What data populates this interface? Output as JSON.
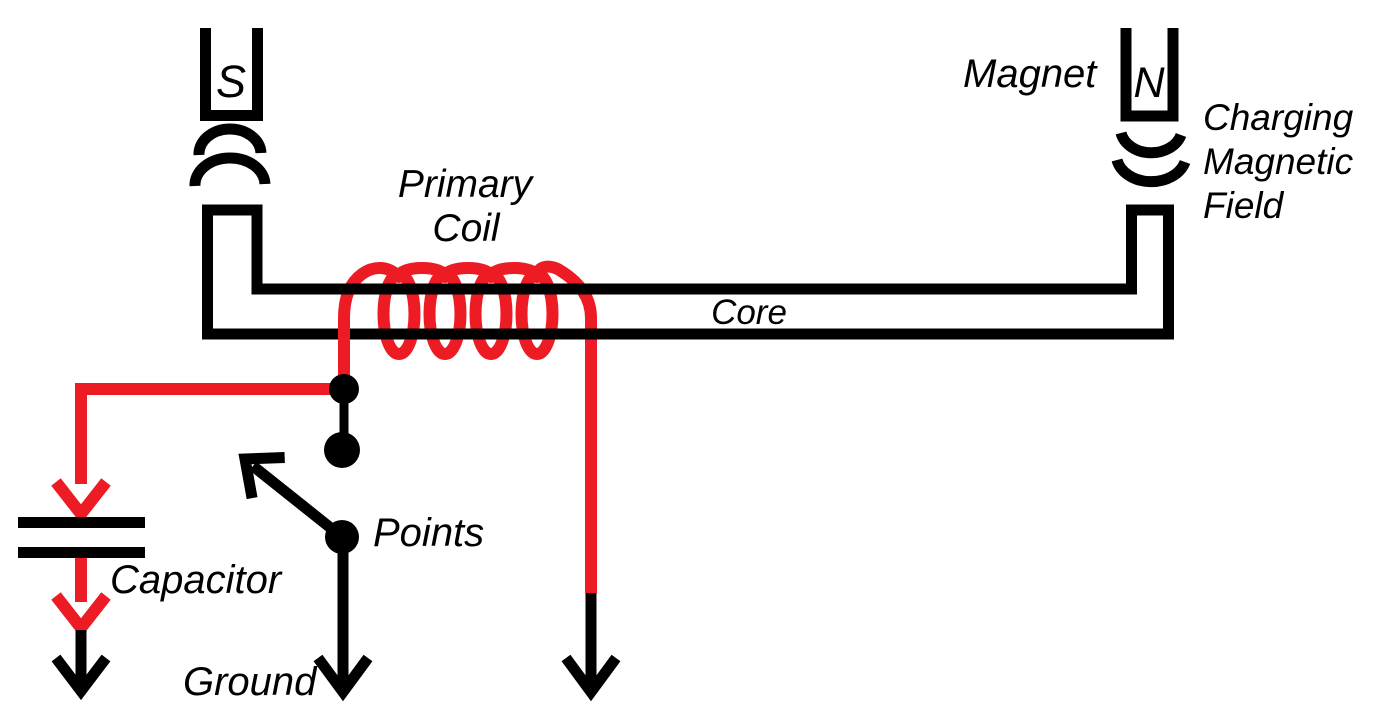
{
  "labels": {
    "magnet": "Magnet",
    "pole_s": "S",
    "pole_n": "N",
    "charging_field": {
      "line1": "Charging",
      "line2": "Magnetic",
      "line3": "Field"
    },
    "primary_coil": {
      "line1": "Primary",
      "line2": "Coil"
    },
    "core": "Core",
    "capacitor": "Capacitor",
    "points": "Points",
    "ground": "Ground"
  },
  "colors": {
    "wire_red": "#ed1c24",
    "ink": "#000000",
    "background": "#ffffff"
  }
}
